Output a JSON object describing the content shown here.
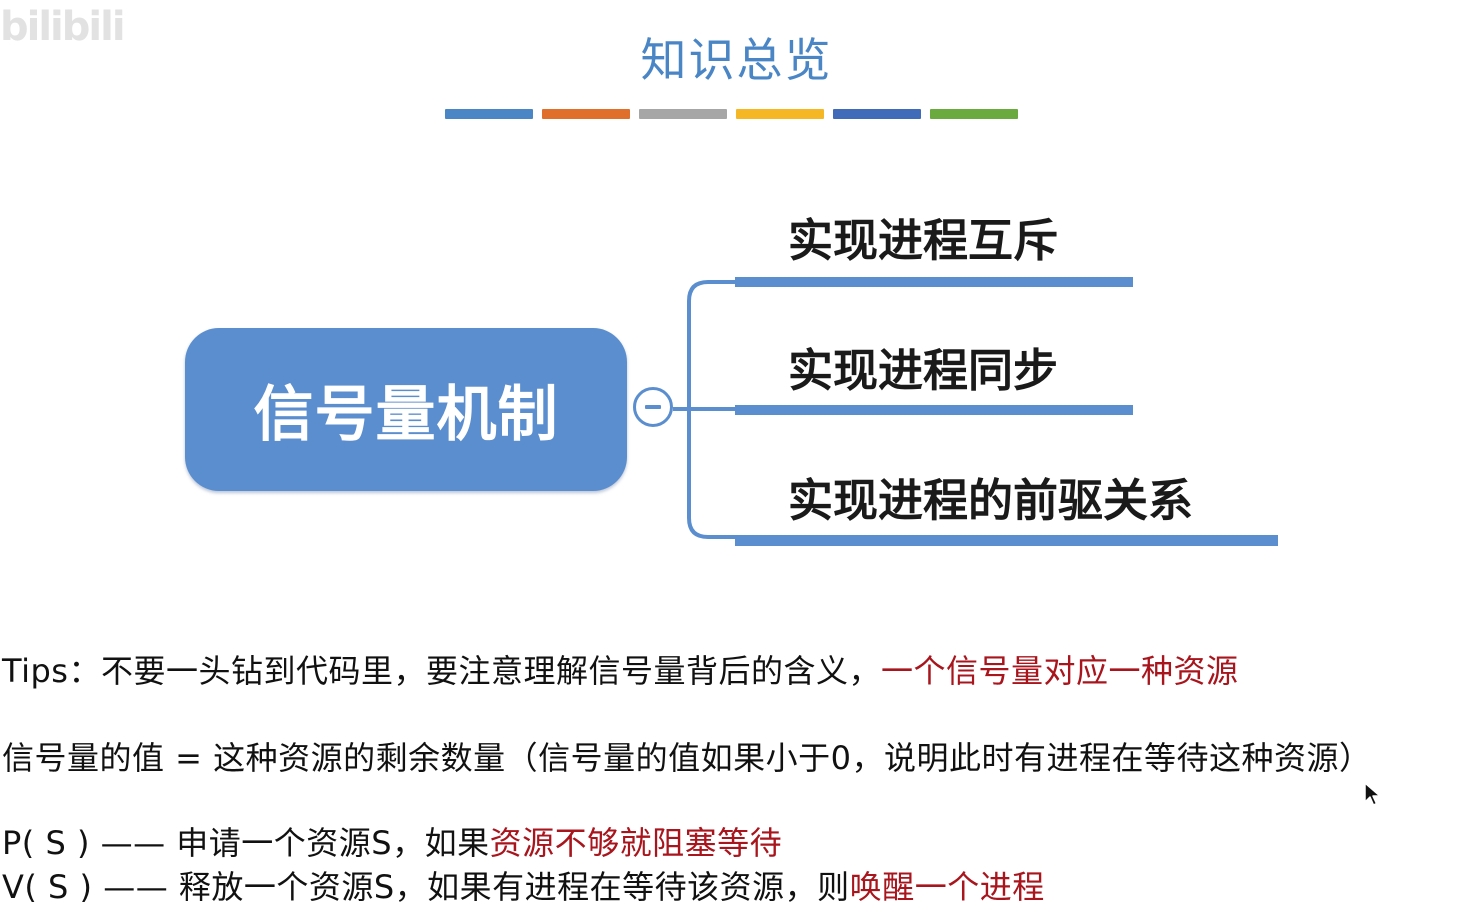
{
  "watermark": "bilibili",
  "header": {
    "title": "知识总览",
    "bar_colors": [
      "#4a86c5",
      "#e06f2c",
      "#a6a6a6",
      "#f5b824",
      "#3f6bb8",
      "#6aaa3f"
    ]
  },
  "mindmap": {
    "root": "信号量机制",
    "branches": [
      {
        "label": "实现进程互斥"
      },
      {
        "label": "实现进程同步"
      },
      {
        "label": "实现进程的前驱关系"
      }
    ],
    "color": "#5b8ecf"
  },
  "notes": {
    "tips": {
      "prefix": "Tips：",
      "main": "不要一头钻到代码里，要注意理解信号量背后的含义，",
      "highlight": "一个信号量对应一种资源"
    },
    "value_line": "信号量的值 = 这种资源的剩余数量（信号量的值如果小于0，说明此时有进程在等待这种资源）",
    "p_line": {
      "prefix": "P( S ) —— 申请一个资源S，如果",
      "highlight": "资源不够就阻塞等待"
    },
    "v_line": {
      "prefix": "V( S ) —— 释放一个资源S，如果有进程在等待该资源，则",
      "highlight": "唤醒一个进程"
    }
  },
  "colors": {
    "highlight": "#a8151d",
    "title": "#4a86c5"
  },
  "icons": {
    "collapse": "minus-circle-icon",
    "cursor": "mouse-pointer-icon"
  }
}
